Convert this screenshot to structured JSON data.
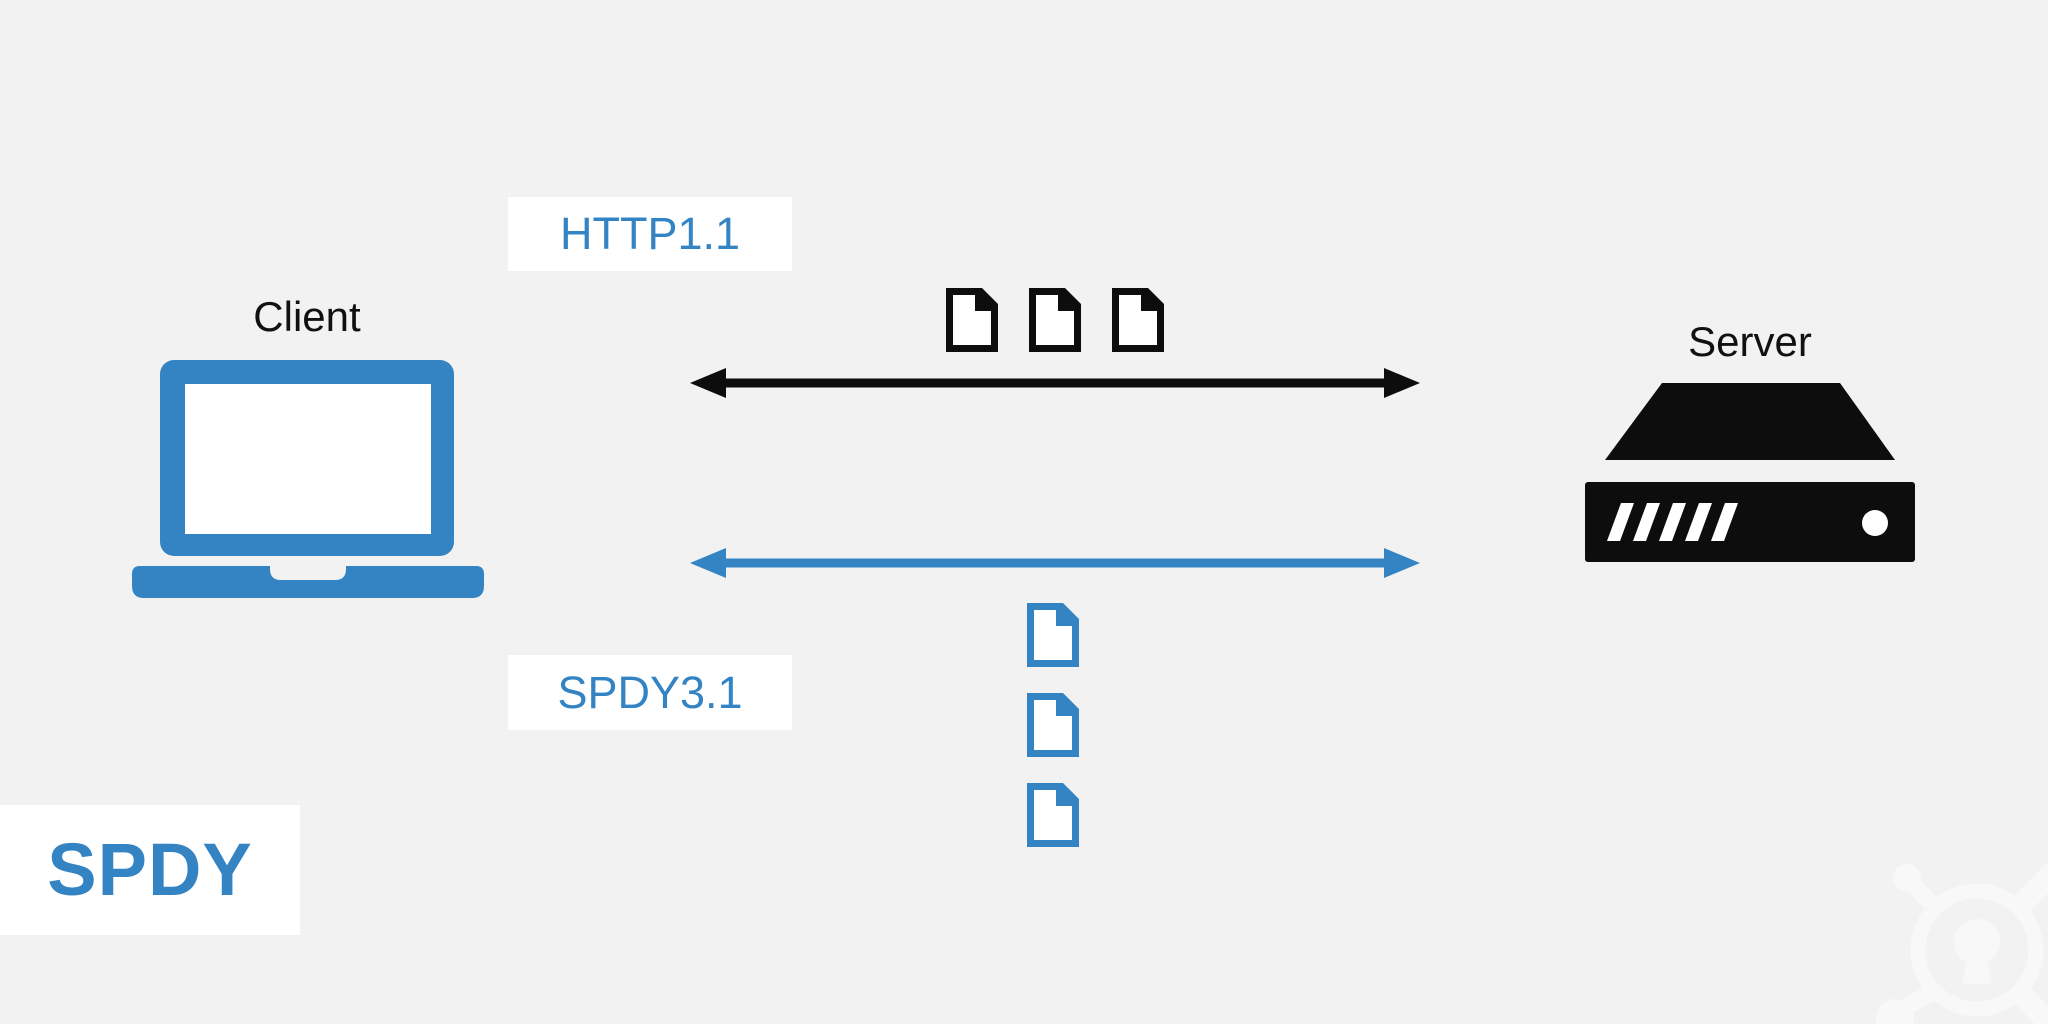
{
  "page": {
    "background_color": "#f2f2f2",
    "watermark_icon": "keyhole-sprocket-logo",
    "watermark_color": "#f8f8f8"
  },
  "colors": {
    "accent_blue": "#3484c4",
    "black": "#0d0d0d",
    "label_background": "#ffffff",
    "text_dark": "#111111"
  },
  "title": {
    "text": "SPDY"
  },
  "client": {
    "label": "Client",
    "icon": "laptop"
  },
  "server": {
    "label": "Server",
    "icon": "server-rack"
  },
  "connections": [
    {
      "protocol": "HTTP1.1",
      "arrow_style": "double-headed",
      "arrow_color": "#0d0d0d",
      "documents": 3,
      "documents_layout": "row"
    },
    {
      "protocol": "SPDY3.1",
      "arrow_style": "double-headed",
      "arrow_color": "#3484c4",
      "documents": 3,
      "documents_layout": "column"
    }
  ]
}
